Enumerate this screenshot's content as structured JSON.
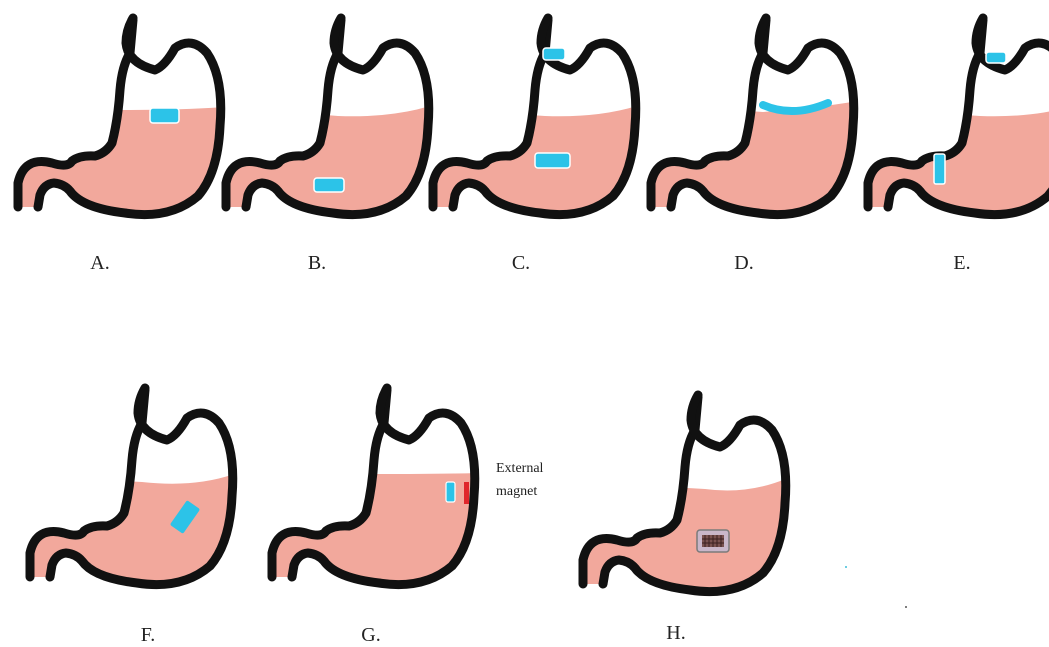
{
  "panels": [
    {
      "label": "A."
    },
    {
      "label": "B."
    },
    {
      "label": "C."
    },
    {
      "label": "D."
    },
    {
      "label": "E."
    },
    {
      "label": "F."
    },
    {
      "label": "G."
    },
    {
      "label": "H."
    }
  ],
  "external_magnet_label": "External\nmagnet",
  "colors": {
    "fluid": "#f2a89c",
    "capsule": "#2cc3e8",
    "outline": "#111111",
    "magnet": "#e0262b",
    "mesh": "#7a5250"
  }
}
